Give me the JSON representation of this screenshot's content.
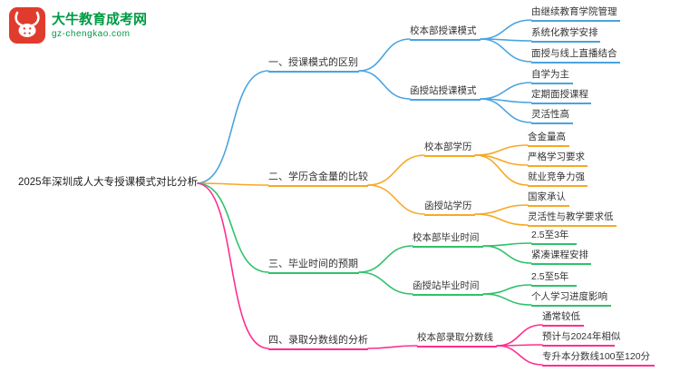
{
  "logo": {
    "site_name": "大牛教育成考网",
    "site_url": "gz-chengkao.com"
  },
  "root": {
    "label": "2025年深圳成人大专授课模式对比分析"
  },
  "colors": {
    "branch_1": "#4AA4E0",
    "branch_2": "#F7A824",
    "branch_3": "#2FC269",
    "branch_4": "#FF2E8F",
    "logo_red": "#E03C2D",
    "logo_green": "#009A44"
  },
  "branches": [
    {
      "label": "一、授课模式的区别",
      "children": [
        {
          "label": "校本部授课模式",
          "leaves": [
            "由继续教育学院管理",
            "系统化教学安排",
            "面授与线上直播结合"
          ]
        },
        {
          "label": "函授站授课模式",
          "leaves": [
            "自学为主",
            "定期面授课程",
            "灵活性高"
          ]
        }
      ]
    },
    {
      "label": "二、学历含金量的比较",
      "children": [
        {
          "label": "校本部学历",
          "leaves": [
            "含金量高",
            "严格学习要求",
            "就业竞争力强"
          ]
        },
        {
          "label": "函授站学历",
          "leaves": [
            "国家承认",
            "灵活性与教学要求低"
          ]
        }
      ]
    },
    {
      "label": "三、毕业时间的预期",
      "children": [
        {
          "label": "校本部毕业时间",
          "leaves": [
            "2.5至3年",
            "紧凑课程安排"
          ]
        },
        {
          "label": "函授站毕业时间",
          "leaves": [
            "2.5至5年",
            "个人学习进度影响"
          ]
        }
      ]
    },
    {
      "label": "四、录取分数线的分析",
      "children": [
        {
          "label": "校本部录取分数线",
          "leaves": [
            "通常较低",
            "预计与2024年相似",
            "专升本分数线100至120分"
          ]
        }
      ]
    }
  ]
}
